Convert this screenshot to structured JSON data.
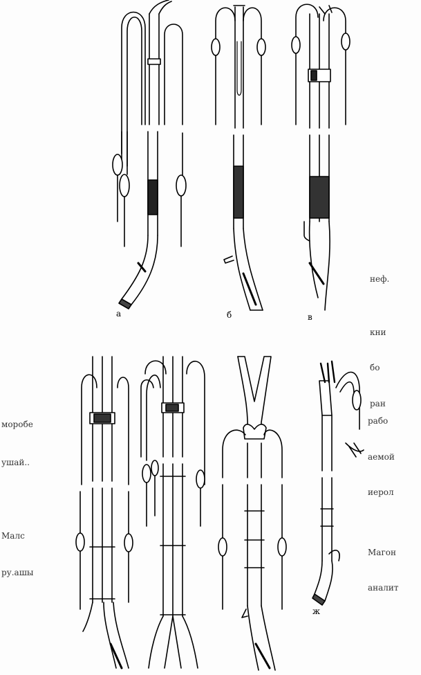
{
  "figure": {
    "panel_labels": [
      "а",
      "б",
      "в",
      "ж"
    ]
  },
  "background_text": {
    "left_bottom_lines": [
      "моробе",
      "ушай..",
      "Малс",
      "ру.ашы"
    ],
    "right_mid_lines": [
      "неф.",
      "кни",
      "бо",
      "ран"
    ],
    "right_bottom_lines": [
      "рабо",
      "аемой",
      "иерол",
      "Магон",
      "аналит"
    ]
  }
}
